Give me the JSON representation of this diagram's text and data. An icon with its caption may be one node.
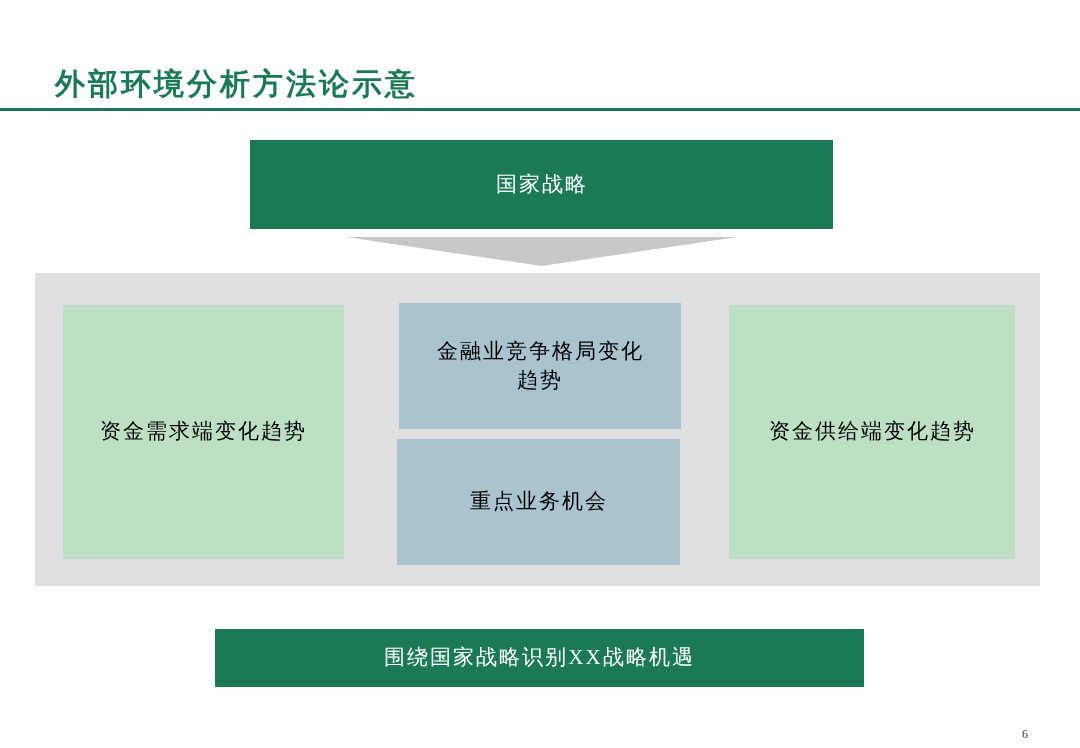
{
  "diagram": {
    "title": "外部环境分析方法论示意",
    "nodes": [
      {
        "text": [
          "国家战略"
        ]
      },
      {
        "text": [],
        "shape": "box"
      },
      {
        "text": [
          "资金需求端变化趋势"
        ],
        "in": 1
      },
      {
        "text": [
          "金融业竞争格局变化趋势"
        ],
        "in": 1
      },
      {
        "text": [
          "重点业务机会"
        ],
        "in": 1
      },
      {
        "text": [
          "资金供给端变化趋势"
        ],
        "in": 1
      },
      {
        "text": [
          "围绕国家战略识别XX战略机遇"
        ]
      }
    ],
    "edges": [
      {
        "from": 0,
        "to": 1,
        "arrow": "to"
      }
    ],
    "labels": [
      "6"
    ]
  }
}
